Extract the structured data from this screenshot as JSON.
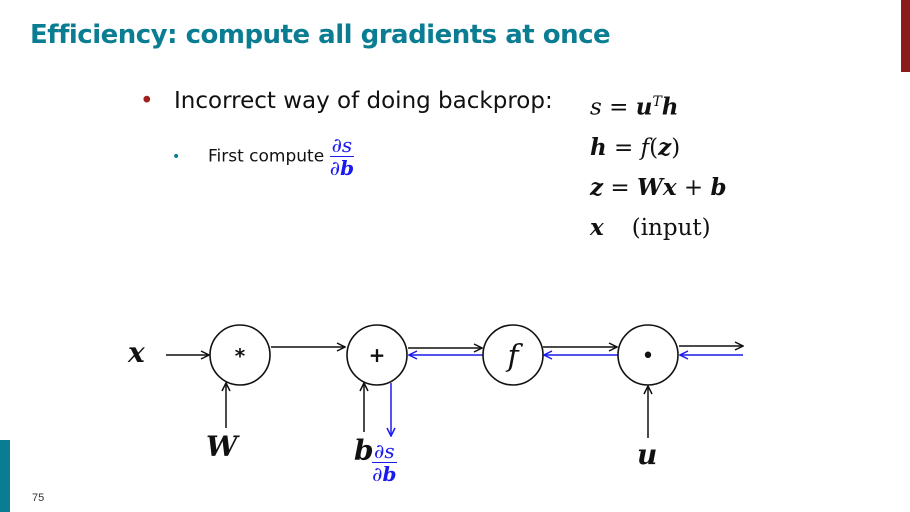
{
  "slide": {
    "title": "Efficiency: compute all gradients at once",
    "page_number": "75",
    "colors": {
      "title": "#0a7d92",
      "accent_red": "#8b1a1a",
      "accent_teal": "#0a7d92",
      "gradient_blue": "#1a1aee"
    }
  },
  "bullets": {
    "level1": {
      "marker": "•",
      "text": "Incorrect way of doing backprop:"
    },
    "level2": {
      "marker": "•",
      "text": "First compute",
      "frac_num": "∂s",
      "frac_den_prefix": "∂",
      "frac_den_var": "b"
    }
  },
  "equations": [
    {
      "lhs": "s",
      "rhs_parts": [
        "u",
        "T",
        "h"
      ],
      "display": "s = uᵀh"
    },
    {
      "lhs": "h",
      "display": "h = f(z)"
    },
    {
      "lhs": "z",
      "display": "z = Wx + b"
    },
    {
      "lhs": "x",
      "display": "x (input)"
    }
  ],
  "eq_text": {
    "e1_lhs": "s",
    "e1_eq": " = ",
    "e1_u": "u",
    "e1_T": "T",
    "e1_h": "h",
    "e2_h": "h",
    "e2_eq": " = ",
    "e2_f": "f",
    "e2_open": "(",
    "e2_z": "z",
    "e2_close": ")",
    "e3_z": "z",
    "e3_eq": " = ",
    "e3_W": "W",
    "e3_x": "x",
    "e3_plus": " + ",
    "e3_b": "b",
    "e4_x": "x",
    "e4_note": "(input)"
  },
  "diagram": {
    "nodes": [
      {
        "id": "mul",
        "symbol": "*"
      },
      {
        "id": "add",
        "symbol": "+"
      },
      {
        "id": "f",
        "symbol": "f"
      },
      {
        "id": "dot",
        "symbol": "•"
      }
    ],
    "inputs": {
      "x": "x",
      "W": "W",
      "b": "b",
      "u": "u"
    },
    "gradient_label": {
      "num": "∂s",
      "den_prefix": "∂",
      "den_var": "b"
    }
  }
}
